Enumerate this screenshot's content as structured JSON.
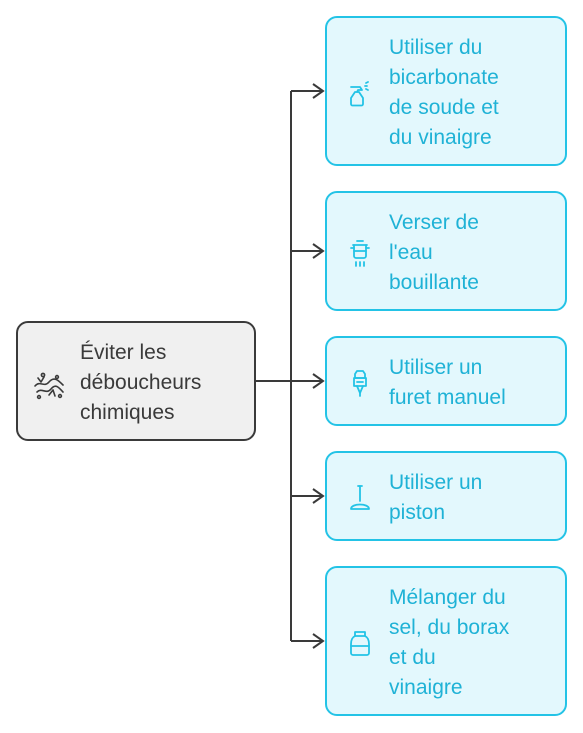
{
  "colors": {
    "accent": "#23c3e6",
    "accent_fill": "#e3f8fd",
    "accent_text": "#1fb2d6",
    "root_border": "#3a3a3a",
    "root_fill": "#f0f0f0",
    "connector": "#3a3a3a"
  },
  "root": {
    "icon": "clog-icon",
    "lines": [
      "Éviter les",
      "déboucheurs",
      "chimiques"
    ]
  },
  "options": [
    {
      "icon": "spray-bottle-icon",
      "lines": [
        "Utiliser du",
        "bicarbonate",
        "de soude et",
        "du vinaigre"
      ]
    },
    {
      "icon": "boiling-pot-icon",
      "lines": [
        "Verser de",
        "l'eau",
        "bouillante"
      ]
    },
    {
      "icon": "drain-snake-icon",
      "lines": [
        "Utiliser un",
        "furet manuel"
      ]
    },
    {
      "icon": "plunger-icon",
      "lines": [
        "Utiliser un",
        "piston"
      ]
    },
    {
      "icon": "jar-icon",
      "lines": [
        "Mélanger du",
        "sel, du borax",
        "et du",
        "vinaigre"
      ]
    }
  ]
}
